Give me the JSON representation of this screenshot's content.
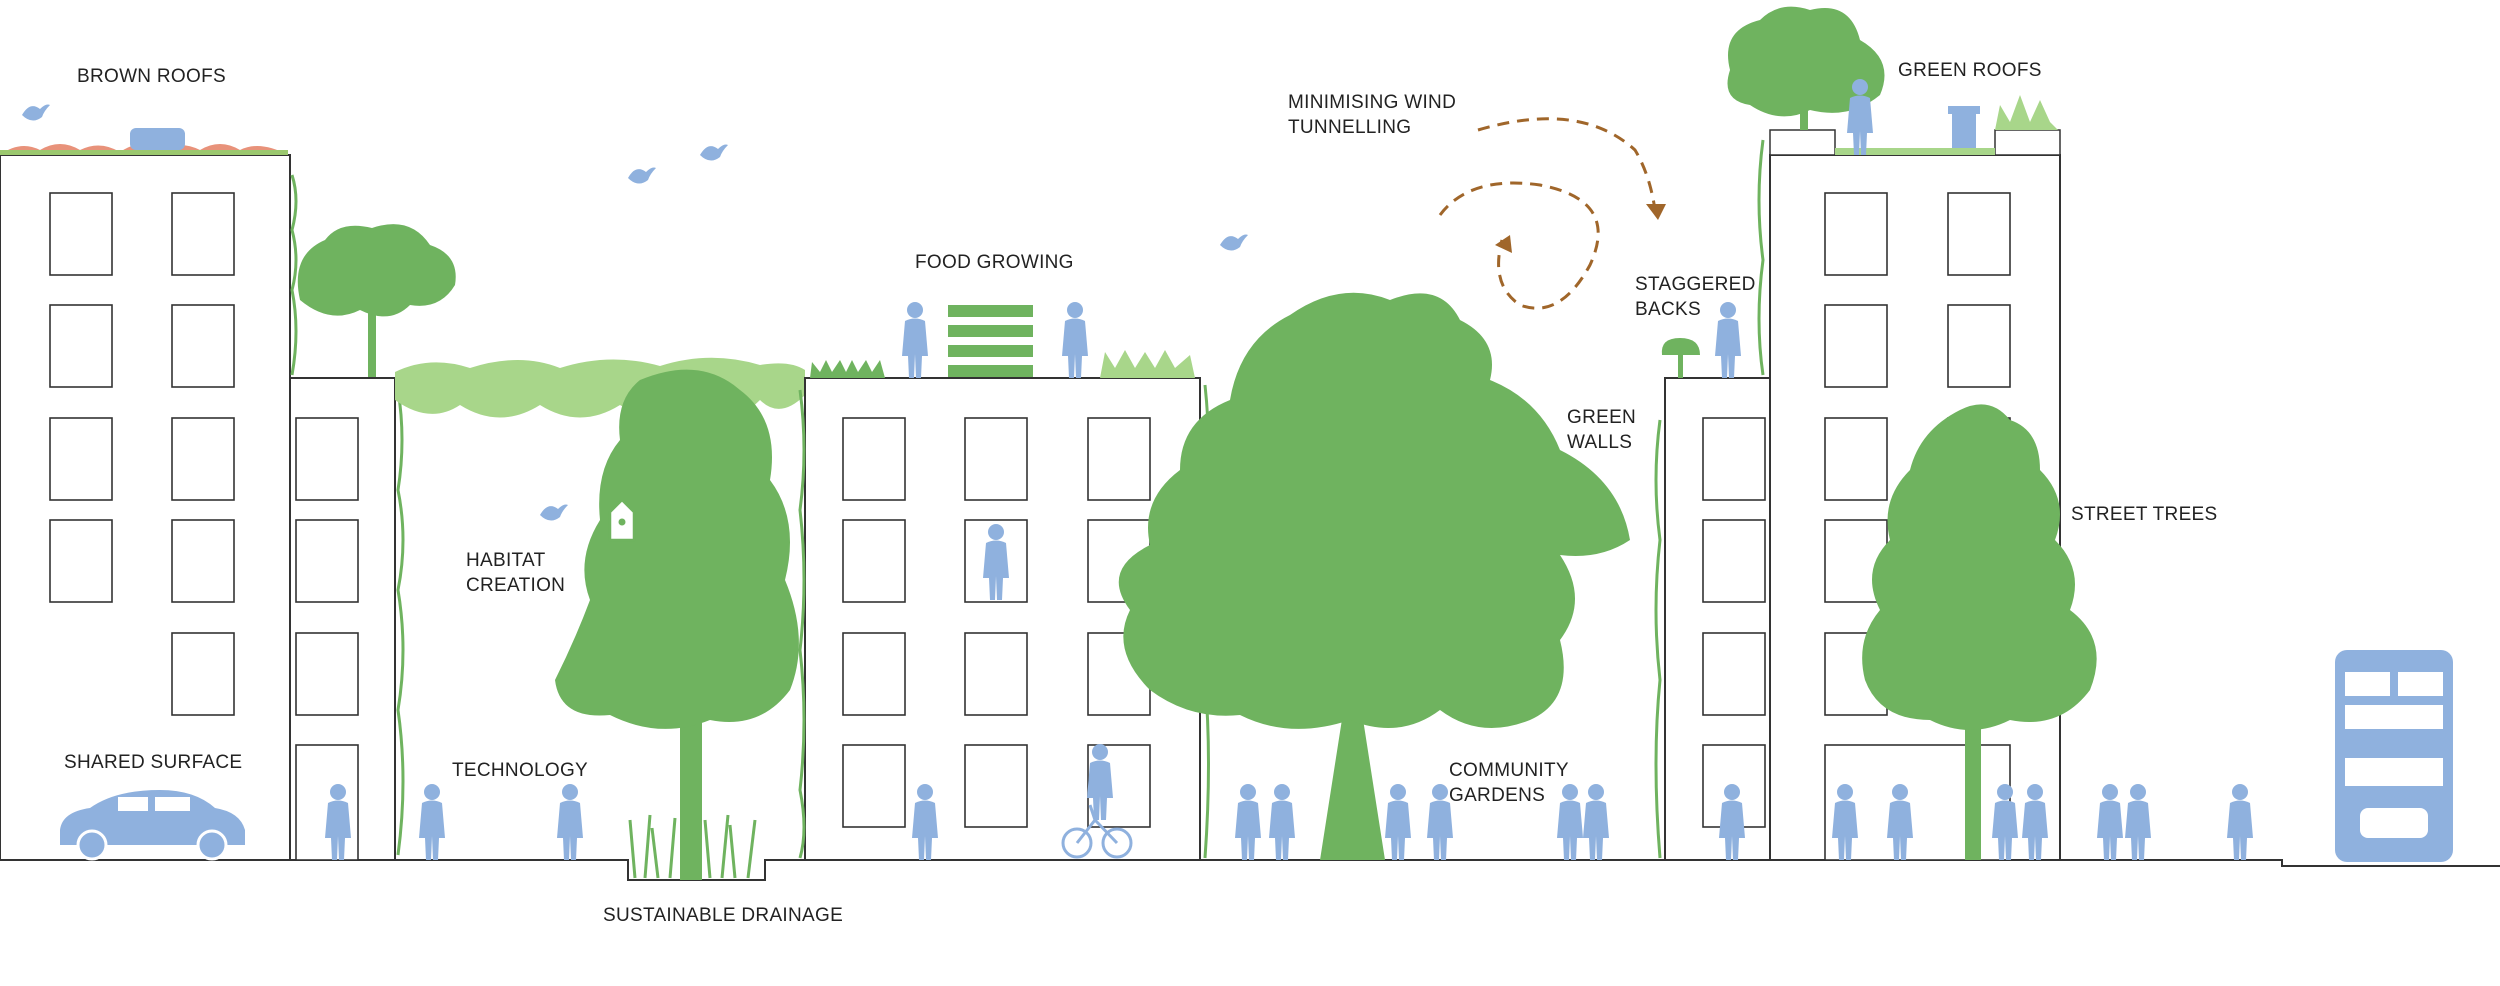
{
  "labels": {
    "brown_roofs": "BROWN ROOFS",
    "minimising_wind": "MINIMISING WIND\nTUNNELLING",
    "green_roofs": "GREEN ROOFS",
    "food_growing": "FOOD GROWING",
    "staggered_backs": "STAGGERED\nBACKS",
    "green_walls": "GREEN\nWALLS",
    "street_trees": "STREET TREES",
    "habitat_creation": "HABITAT\nCREATION",
    "shared_surface": "SHARED SURFACE",
    "technology": "TECHNOLOGY",
    "community_gardens": "COMMUNITY\nGARDENS",
    "sustainable_drainage": "SUSTAINABLE DRAINAGE"
  },
  "colors": {
    "tree_green": "#6fb35f",
    "light_green": "#a8d68a",
    "figure_blue": "#8fb1de",
    "wind_brown": "#a0662a",
    "outline": "#333333",
    "roof_flowers": "#e8927a"
  },
  "icons": [
    "bird-icon",
    "birdhouse-icon",
    "car-icon",
    "bus-icon",
    "bicycle-icon",
    "person-icon",
    "tree-icon",
    "beehive-icon"
  ]
}
